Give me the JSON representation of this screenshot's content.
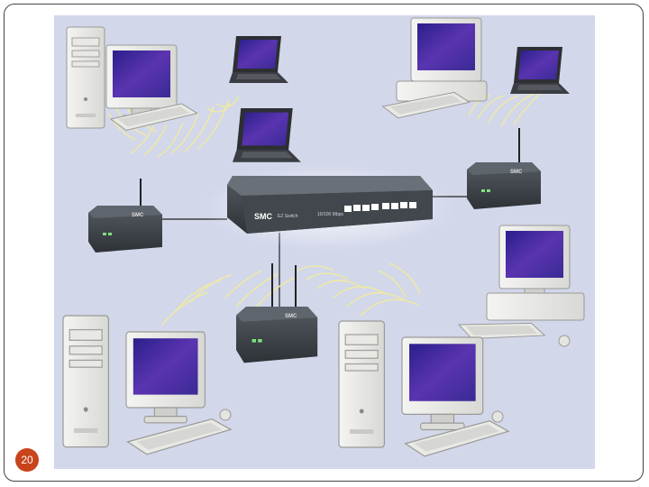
{
  "page": {
    "number": "20"
  },
  "switch": {
    "brand": "SMC",
    "model": "EZ Switch",
    "subtitle": "10/100 Mbps"
  },
  "access_points": [
    {
      "brand": "SMC"
    },
    {
      "brand": "SMC"
    },
    {
      "brand": "SMC"
    }
  ],
  "colors": {
    "background": "#d2d7ea",
    "page_badge": "#c8441b",
    "device_body": "#3a3f45",
    "monitor_screen": "#4a2f9b",
    "wave": "#f0eba0"
  },
  "icons": [
    "desktop-computer-icon",
    "laptop-icon",
    "wireless-access-point-icon",
    "network-switch-icon"
  ]
}
